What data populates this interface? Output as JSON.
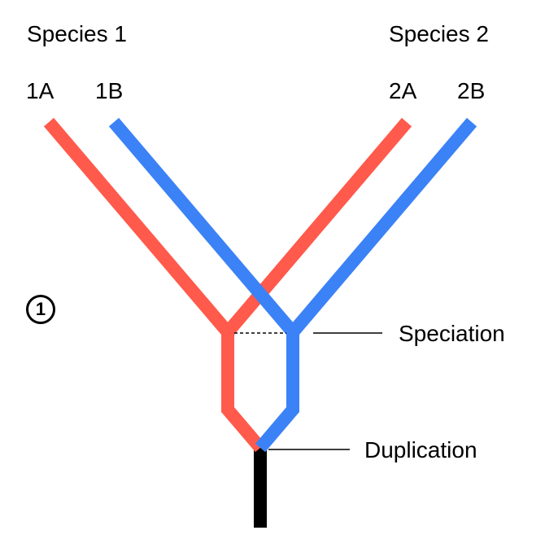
{
  "species": {
    "left": "Species 1",
    "right": "Species 2"
  },
  "genes": {
    "a1": "1A",
    "b1": "1B",
    "a2": "2A",
    "b2": "2B"
  },
  "events": {
    "speciation": "Speciation",
    "duplication": "Duplication"
  },
  "step_marker": "1",
  "colors": {
    "gene_a": "#ff5a4b",
    "gene_b": "#3b82f6",
    "ancestral": "#000000"
  }
}
